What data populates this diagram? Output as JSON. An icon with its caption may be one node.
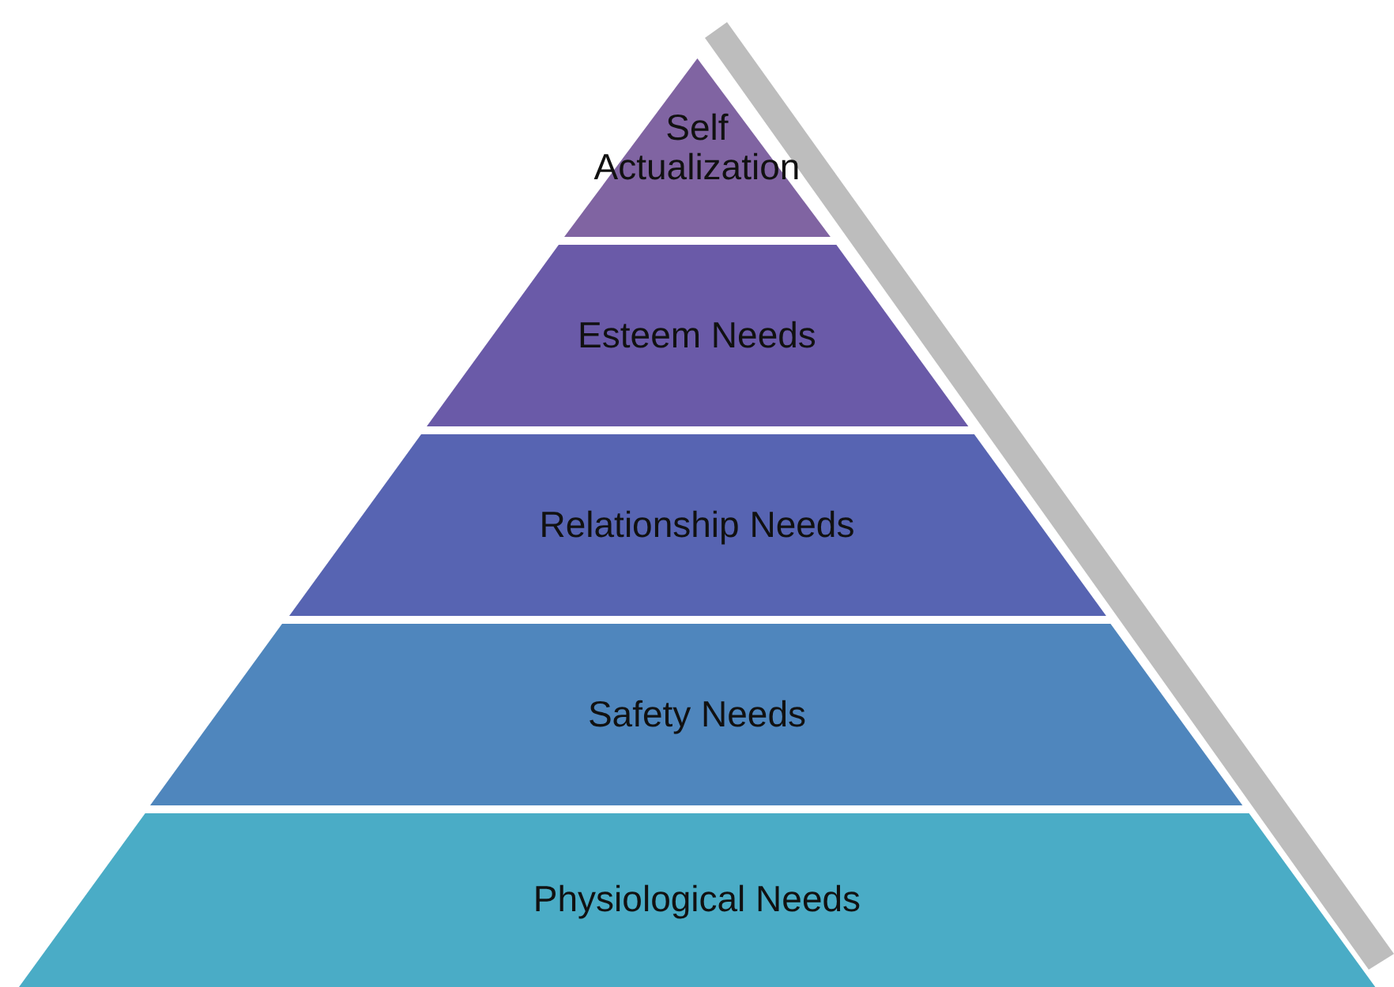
{
  "diagram": {
    "nodes": [
      {
        "text": [
          "Self Actualization"
        ]
      },
      {
        "text": [
          "Esteem Needs"
        ]
      },
      {
        "text": [
          "Relationship Needs"
        ]
      },
      {
        "text": [
          "Safety Needs"
        ]
      },
      {
        "text": [
          "Physiological Needs"
        ]
      }
    ],
    "edges": []
  }
}
